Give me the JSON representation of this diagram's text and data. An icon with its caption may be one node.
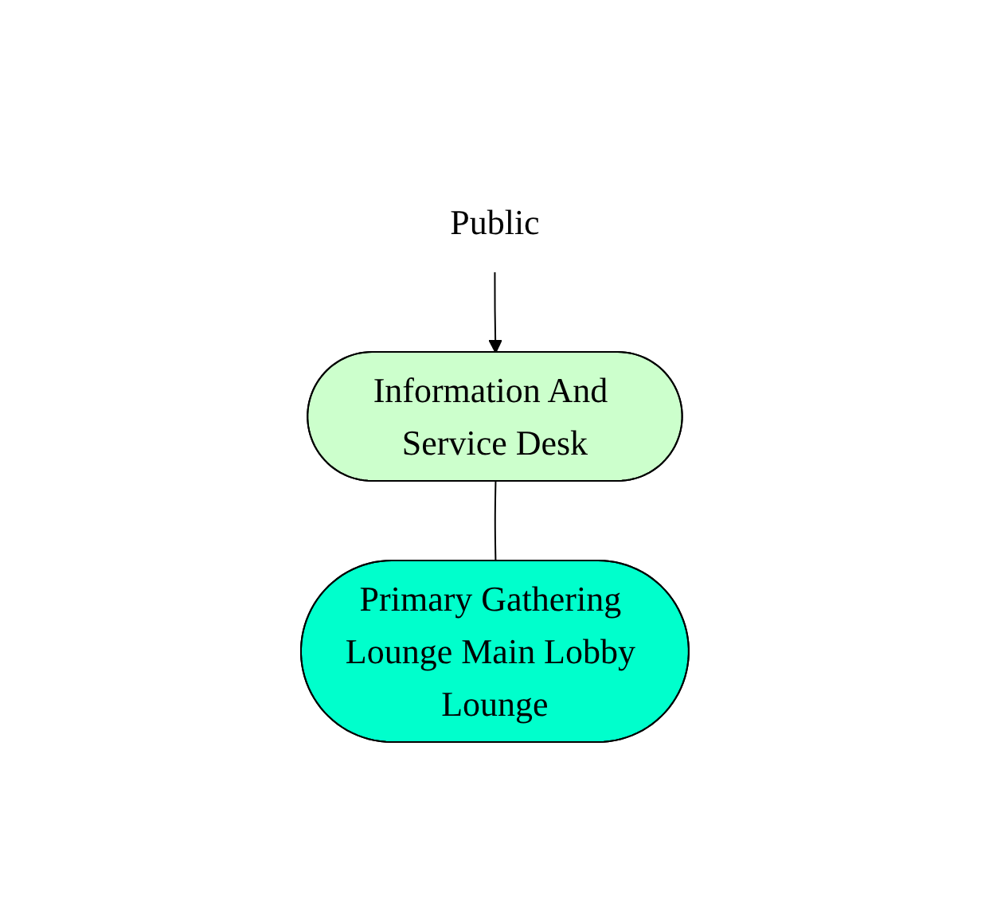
{
  "diagram": {
    "nodes": [
      {
        "text": [
          "Information And Service Desk"
        ]
      },
      {
        "text": [
          "Primary Gathering Lounge Main Lobby Lounge"
        ]
      },
      {
        "text": [
          "Public"
        ]
      }
    ],
    "edges": [
      {
        "from": 0,
        "to": 1,
        "arrow": "none"
      },
      {
        "from": 2,
        "to": 0,
        "arrow": "to"
      }
    ]
  }
}
